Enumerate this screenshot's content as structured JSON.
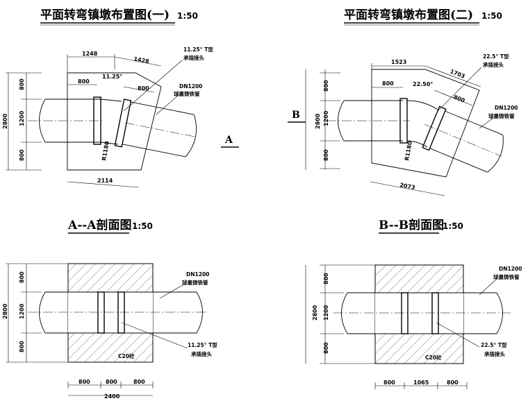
{
  "plan1": {
    "title": "平面转弯镇墩布置图(一)",
    "scale": "1:50",
    "dims": {
      "top_a": "1248",
      "top_b": "1428",
      "left_len": "800",
      "right_len": "800",
      "angle": "11.25°",
      "bottom": "2114",
      "v_total": "2800",
      "v_top": "800",
      "v_mid": "1200",
      "v_bot": "800",
      "radius": "R1180"
    },
    "labels": {
      "joint_l1": "11.25° T型",
      "joint_l2": "承插接头",
      "pipe_l1": "DN1200",
      "pipe_l2": "球墨铸铁管",
      "section_marker": "A"
    }
  },
  "plan2": {
    "title": "平面转弯镇墩布置图(二)",
    "scale": "1:50",
    "dims": {
      "top_a": "1523",
      "top_b": "1703",
      "left_len": "800",
      "right_len": "800",
      "angle": "22.50°",
      "bottom": "2073",
      "v_total": "2800",
      "v_top": "800",
      "v_mid": "1200",
      "v_bot": "800",
      "radius": "R1180"
    },
    "labels": {
      "joint_l1": "22.5° T型",
      "joint_l2": "承插接头",
      "pipe_l1": "DN1200",
      "pipe_l2": "球墨铸铁管",
      "section_marker": "B"
    }
  },
  "secA": {
    "title": "A--A剖面图",
    "scale": "1:50",
    "dims": {
      "v_total": "2800",
      "v_top": "800",
      "v_mid": "1200",
      "v_bot": "800",
      "h1": "800",
      "h2": "800",
      "h3": "800",
      "h_total": "2400"
    },
    "labels": {
      "pipe_l1": "DN1200",
      "pipe_l2": "球墨铸铁管",
      "joint_l1": "11.25° T型",
      "joint_l2": "承插接头",
      "concrete": "C20砼"
    }
  },
  "secB": {
    "title": "B--B剖面图",
    "scale": "1:50",
    "dims": {
      "v_total": "2800",
      "v_top": "800",
      "v_mid": "1200",
      "v_bot": "800",
      "h1": "800",
      "h2": "1065",
      "h3": "800"
    },
    "labels": {
      "pipe_l1": "DN1200",
      "pipe_l2": "球墨铸铁管",
      "joint_l1": "22.5° T型",
      "joint_l2": "承插接头",
      "concrete": "C20砼"
    }
  }
}
